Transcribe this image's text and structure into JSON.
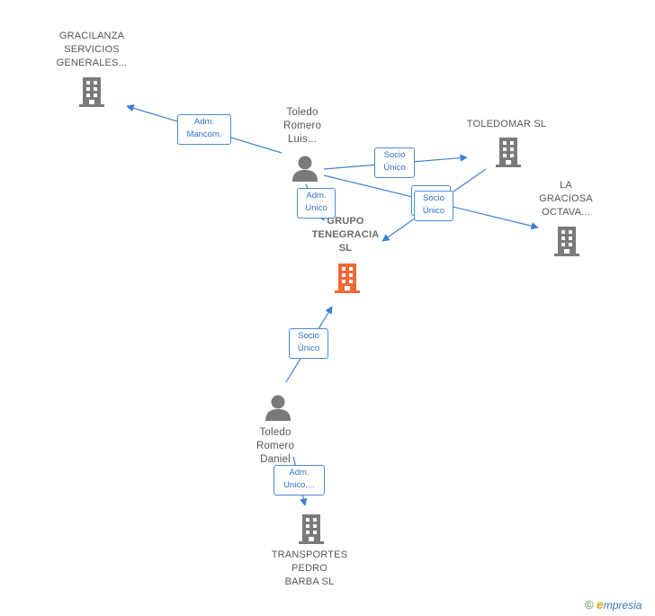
{
  "nodes": {
    "gracilanza": {
      "lines": [
        "GRACILANZA",
        "SERVICIOS",
        "GENERALES..."
      ],
      "kind": "company"
    },
    "toledo_luis": {
      "lines": [
        "Toledo",
        "Romero",
        "Luis..."
      ],
      "kind": "person"
    },
    "toledomar": {
      "lines": [
        "TOLEDOMAR SL"
      ],
      "kind": "company"
    },
    "la_graciosa": {
      "lines": [
        "LA",
        "GRACIOSA",
        "OCTAVA..."
      ],
      "kind": "company"
    },
    "grupo_tenegracia": {
      "lines": [
        "GRUPO",
        "TENEGRACIA",
        "SL"
      ],
      "kind": "main-company"
    },
    "toledo_daniel": {
      "lines": [
        "Toledo",
        "Romero",
        "Daniel"
      ],
      "kind": "person"
    },
    "transportes": {
      "lines": [
        "TRANSPORTES",
        "PEDRO",
        "BARBA SL"
      ],
      "kind": "company"
    }
  },
  "edges": {
    "adm_mancom": {
      "lines": [
        "Adm.",
        "Mancom."
      ]
    },
    "socio_unico_toledomar": {
      "lines": [
        "Socio",
        "Único"
      ]
    },
    "adm_unico_grupo": {
      "lines": [
        "Adm.",
        "Unico"
      ]
    },
    "socio_unico_graciosa": {
      "lines": [
        "Socio",
        "Único"
      ]
    },
    "socio_unico_daniel": {
      "lines": [
        "Socio",
        "Único"
      ]
    },
    "adm_unico_transportes": {
      "lines": [
        "Adm.",
        "Unico,..."
      ]
    }
  },
  "colors": {
    "edge": "#3d7fd1",
    "company_icon": "#7a7a7a",
    "main_icon": "#f06a35",
    "person_icon": "#7a7a7a"
  },
  "brand": {
    "copyright": "©",
    "e": "e",
    "rest": "mpresia"
  }
}
